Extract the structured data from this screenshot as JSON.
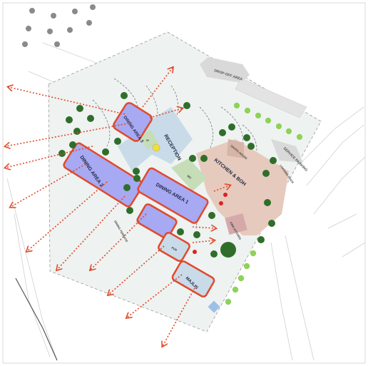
{
  "labels": {
    "drop_off": "DROP-OFF AREA",
    "service_parking": "SERVICE PARKING",
    "reception": "RECEPTION",
    "kitchen": "KITCHEN & BOH",
    "dining_1": "DINING AREA 1",
    "dining_2": "DINING AREA 2",
    "dining_3": "DINING AREA 3",
    "dining_terrace": "DINING TERRACE",
    "pdr": "PDR",
    "majlis": "MAJLIS",
    "wc": "WC",
    "fire_kitchen": "FIRE KITCHEN",
    "grate_house": "GRATE HOUSE",
    "loading_dock": "LOADING DOCK",
    "reception_wc": "W"
  },
  "colors": {
    "dining": "#a7a9f2",
    "dining_outline": "#e04a2c",
    "reception": "#c9dbe9",
    "kitchen": "#e6cabd",
    "wc": "#c6ddb8",
    "fire_kitchen": "#d6a9a9",
    "view_arrows": "#e04a2c",
    "trees": "#2f6e2a",
    "light_trees": "#8fd25a",
    "site": "#eef2f1"
  }
}
